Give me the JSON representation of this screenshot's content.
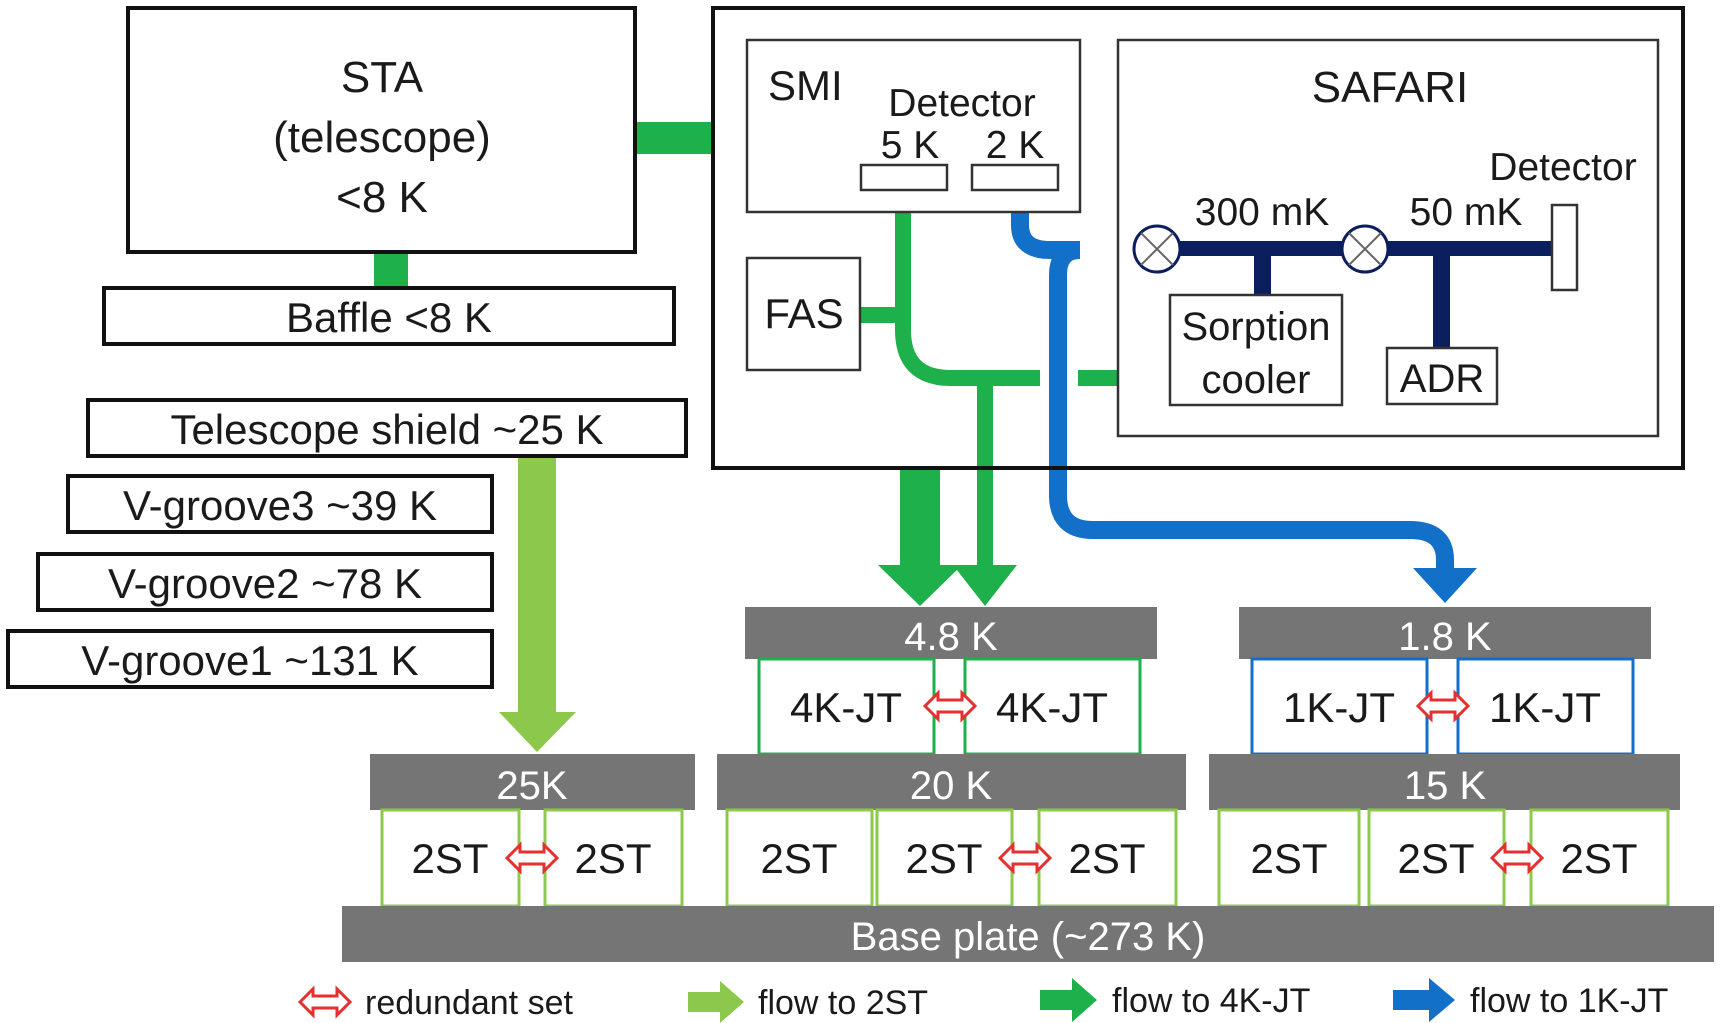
{
  "colors": {
    "light_green": "#8cc84b",
    "green": "#1db04b",
    "blue": "#1270c8",
    "navy": "#0b1f5e",
    "gray": "#757575",
    "red": "#e53030"
  },
  "sta": {
    "line1": "STA",
    "line2": "(telescope)",
    "line3": "<8 K"
  },
  "baffle": "Baffle  <8 K",
  "shields": {
    "telescope": "Telescope shield  ~25 K",
    "vg3": "V-groove3  ~39 K",
    "vg2": "V-groove2  ~78 K",
    "vg1": "V-groove1  ~131 K"
  },
  "smi": {
    "label": "SMI",
    "detector": "Detector",
    "det5": "5 K",
    "det2": "2 K"
  },
  "fas": "FAS",
  "safari": {
    "label": "SAFARI",
    "detector": "Detector",
    "t300": "300 mK",
    "t50": "50 mK",
    "sorption1": "Sorption",
    "sorption2": "cooler",
    "adr": "ADR"
  },
  "stages": {
    "s48": "4.8 K",
    "s18": "1.8 K",
    "s25": "25K",
    "s20": "20 K",
    "s15": "15 K",
    "base": "Base plate (~273 K)"
  },
  "jt4": "4K-JT",
  "jt1": "1K-JT",
  "st": "2ST",
  "legend": {
    "redundant": "redundant set",
    "flow2st": "flow to 2ST",
    "flow4k": "flow to 4K-JT",
    "flow1k": "flow to 1K-JT"
  }
}
